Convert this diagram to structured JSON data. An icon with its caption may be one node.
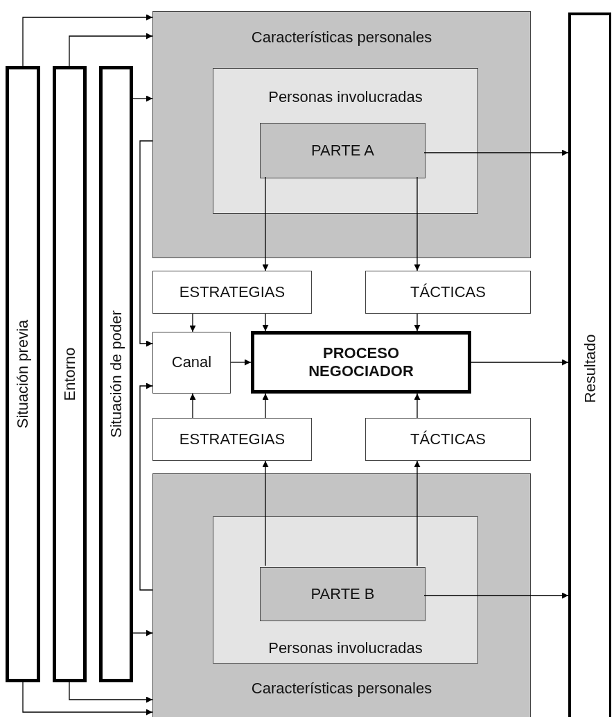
{
  "diagram": {
    "nodes": [
      {
        "text": [
          "Situación previa"
        ]
      },
      {
        "text": [
          "Entorno"
        ]
      },
      {
        "text": [
          "Situación de poder"
        ]
      },
      {
        "text": [
          "Características personales"
        ]
      },
      {
        "text": [
          "Personas involucradas"
        ],
        "in": 3
      },
      {
        "text": [
          "PARTE A"
        ],
        "in": 4
      },
      {
        "text": [
          "ESTRATEGIAS"
        ]
      },
      {
        "text": [
          "TÁCTICAS"
        ]
      },
      {
        "text": [
          "Canal"
        ]
      },
      {
        "text": [
          "PROCESO NEGOCIADOR"
        ]
      },
      {
        "text": [
          "ESTRATEGIAS"
        ]
      },
      {
        "text": [
          "TÁCTICAS"
        ]
      },
      {
        "text": [
          "Características personales"
        ]
      },
      {
        "text": [
          "Personas involucradas"
        ],
        "in": 12
      },
      {
        "text": [
          "PARTE B"
        ],
        "in": 13
      },
      {
        "text": [
          "Resultado"
        ]
      }
    ],
    "edges": [
      {
        "from": 0,
        "to": 3,
        "arrow": "to"
      },
      {
        "from": 1,
        "to": 3,
        "arrow": "to"
      },
      {
        "from": 2,
        "to": 3,
        "arrow": "to"
      },
      {
        "from": 3,
        "to": 8,
        "arrow": "to"
      },
      {
        "from": 12,
        "to": 8,
        "arrow": "to"
      },
      {
        "from": 2,
        "to": 12,
        "arrow": "to"
      },
      {
        "from": 1,
        "to": 12,
        "arrow": "to"
      },
      {
        "from": 0,
        "to": 12,
        "arrow": "to"
      },
      {
        "from": 5,
        "to": 15,
        "arrow": "to"
      },
      {
        "from": 5,
        "to": 6,
        "arrow": "to"
      },
      {
        "from": 5,
        "to": 7,
        "arrow": "to"
      },
      {
        "from": 6,
        "to": 8,
        "arrow": "to"
      },
      {
        "from": 6,
        "to": 9,
        "arrow": "to"
      },
      {
        "from": 7,
        "to": 9,
        "arrow": "to"
      },
      {
        "from": 8,
        "to": 9,
        "arrow": "to"
      },
      {
        "from": 10,
        "to": 8,
        "arrow": "to"
      },
      {
        "from": 10,
        "to": 9,
        "arrow": "to"
      },
      {
        "from": 11,
        "to": 9,
        "arrow": "to"
      },
      {
        "from": 14,
        "to": 10,
        "arrow": "to"
      },
      {
        "from": 14,
        "to": 11,
        "arrow": "to"
      },
      {
        "from": 14,
        "to": 15,
        "arrow": "to"
      },
      {
        "from": 9,
        "to": 15,
        "arrow": "to"
      }
    ]
  }
}
